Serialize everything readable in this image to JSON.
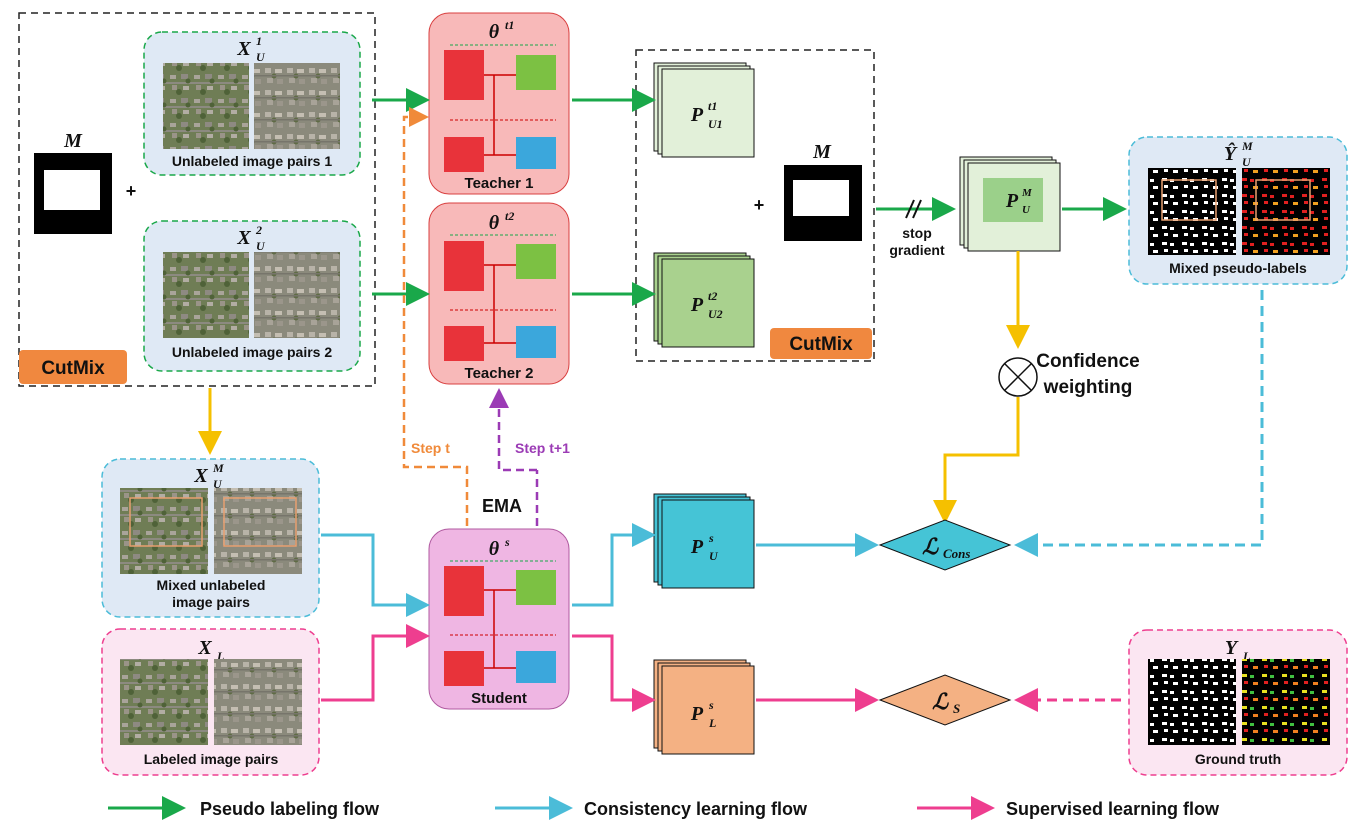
{
  "colors": {
    "pseudo": "#1aa84a",
    "consistency": "#4bbcd8",
    "supervised": "#ee3e8f",
    "step_t": "#f08a3a",
    "step_t1": "#9b3bb5",
    "confidence": "#f5c000",
    "teacher_fill": "#f8b9b9",
    "student_fill": "#efb6e3",
    "cutmix": "#f0883f"
  },
  "inputs": {
    "mask_label": "M",
    "pair1_label": "X",
    "pair1_sup": "1",
    "pair1_sub": "U",
    "pair1_caption": "Unlabeled image pairs 1",
    "pair2_label": "X",
    "pair2_sup": "2",
    "pair2_sub": "U",
    "pair2_caption": "Unlabeled image pairs 2",
    "cutmix_label": "CutMix"
  },
  "teachers": {
    "t1_theta": "θ",
    "t1_sup": "t1",
    "t1_name": "Teacher 1",
    "t2_theta": "θ",
    "t2_sup": "t2",
    "t2_name": "Teacher 2"
  },
  "predictions": {
    "p1_label": "P",
    "p1_sup": "t1",
    "p1_sub": "U1",
    "p2_label": "P",
    "p2_sup": "t2",
    "p2_sub": "U2",
    "mask_label": "M",
    "plus": "+",
    "cutmix_label": "CutMix",
    "pm_label": "P",
    "pm_sup": "M",
    "pm_sub": "U",
    "stop_gradient_1": "stop",
    "stop_gradient_2": "gradient"
  },
  "pseudo_labels": {
    "label": "Ŷ",
    "sup": "M",
    "sub": "U",
    "caption": "Mixed pseudo-labels"
  },
  "confidence": {
    "line1": "Confidence",
    "line2": "weighting"
  },
  "mixed": {
    "label": "X",
    "sup": "M",
    "sub": "U",
    "caption1": "Mixed unlabeled",
    "caption2": "image pairs"
  },
  "labeled": {
    "label": "X",
    "sub": "L",
    "caption": "Labeled image pairs"
  },
  "student": {
    "theta": "θ",
    "sup": "s",
    "name": "Student",
    "ema": "EMA",
    "step_t": "Step t",
    "step_t1": "Step t+1"
  },
  "student_preds": {
    "pu_label": "P",
    "pu_sup": "s",
    "pu_sub": "U",
    "pl_label": "P",
    "pl_sup": "s",
    "pl_sub": "L"
  },
  "losses": {
    "cons_label": "ℒ",
    "cons_sub": "Cons",
    "s_label": "ℒ",
    "s_sub": "S"
  },
  "ground_truth": {
    "label": "Y",
    "sub": "L",
    "caption": "Ground truth"
  },
  "legend": [
    {
      "label": "Pseudo labeling flow",
      "color": "#1aa84a"
    },
    {
      "label": "Consistency learning flow",
      "color": "#4bbcd8"
    },
    {
      "label": "Supervised learning flow",
      "color": "#ee3e8f"
    }
  ]
}
